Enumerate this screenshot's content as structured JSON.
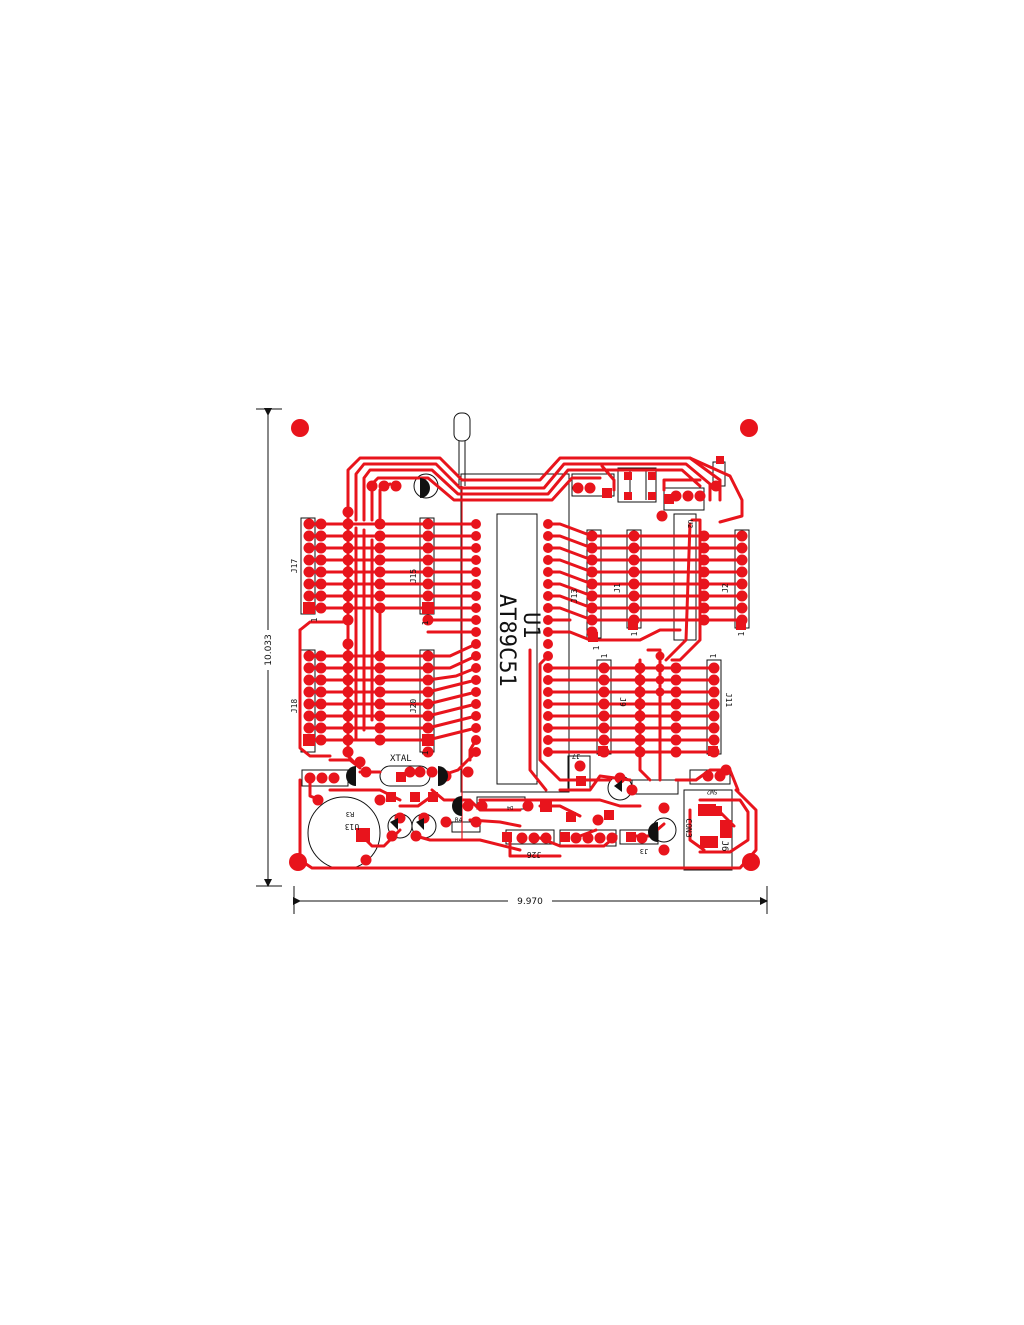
{
  "drawing": {
    "width_dimension": "9.970",
    "height_dimension": "10.033"
  },
  "components": {
    "main_chip_ref": "U1",
    "main_chip_part": "AT89C51",
    "headers": [
      "J17",
      "J15",
      "J18",
      "J20",
      "J13",
      "J1",
      "J2",
      "J9",
      "J11",
      "J26",
      "J3",
      "J6",
      "J7"
    ],
    "pin1_marker": "1",
    "crystal": "XTAL",
    "regulator": "U13",
    "ic2": "U2",
    "connector": "CON3",
    "resistor_r3": "R3",
    "resistor_r4": "R4",
    "diode_d4": "D4",
    "switch": "SW2"
  },
  "colors": {
    "copper": "#e8141c",
    "silkscreen": "#111111",
    "background": "#ffffff"
  }
}
